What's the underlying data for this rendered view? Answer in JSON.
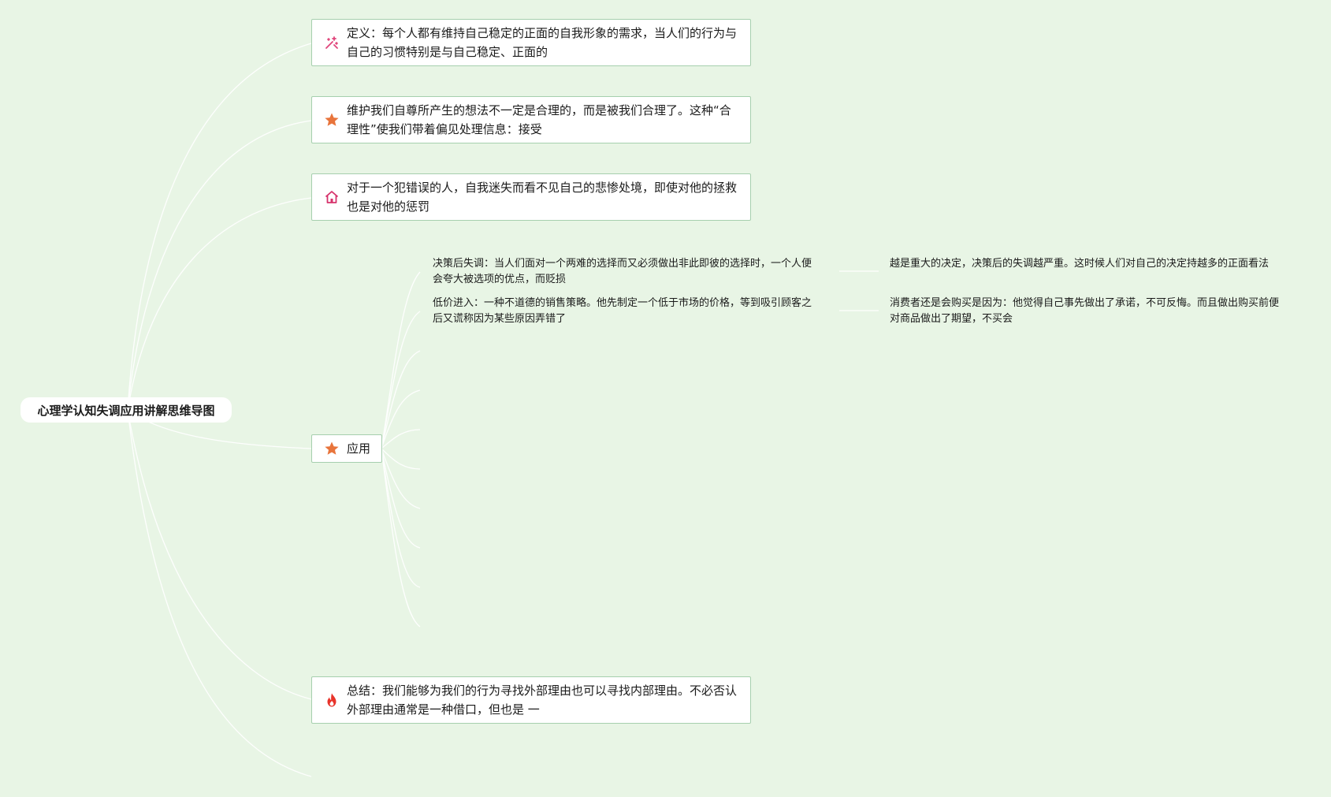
{
  "root": {
    "title": "心理学认知失调应用讲解思维导图"
  },
  "topics": [
    {
      "icon": "sparkle-icon",
      "text": "定义：每个人都有维持自己稳定的正面的自我形象的需求，当人们的行为与自己的习惯特别是与自己稳定、正面的"
    },
    {
      "icon": "star-icon",
      "text": "维护我们自尊所产生的想法不一定是合理的，而是被我们合理了。这种“合理性”使我们带着偏见处理信息：接受"
    },
    {
      "icon": "home-icon",
      "text": "对于一个犯错误的人，自我迷失而看不见自己的悲惨处境，即使对他的拯救也是对他的惩罚"
    },
    {
      "icon": "star-icon",
      "text": "应用"
    },
    {
      "icon": "fire-icon",
      "text": "总结：我们能够为我们的行为寻找外部理由也可以寻找内部理由。不必否认外部理由通常是一种借口，但也是 一"
    }
  ],
  "application_children": [
    {
      "text": "决策后失调：当人们面对一个两难的选择而又必须做出非此即彼的选择时，一个人便会夸大被选项的优点，而贬损",
      "detail": "越是重大的决定，决策后的失调越严重。这时候人们对自己的决定持越多的正面看法"
    },
    {
      "text": "低价进入：一种不道德的销售策略。他先制定一个低于市场的价格，等到吸引顾客之后又谎称因为某些原因弄错了",
      "detail": "消费者还是会购买是因为：他觉得自己事先做出了承诺，不可反悔。而且做出购买前便对商品做出了期望，不买会"
    }
  ],
  "colors": {
    "background": "#e8f5e5",
    "topic_border": "#a6cfae",
    "link": "#ffffff",
    "sparkle": "#e0457b",
    "star": "#e8743b",
    "home": "#d6336c",
    "fire": "#e8332a"
  }
}
